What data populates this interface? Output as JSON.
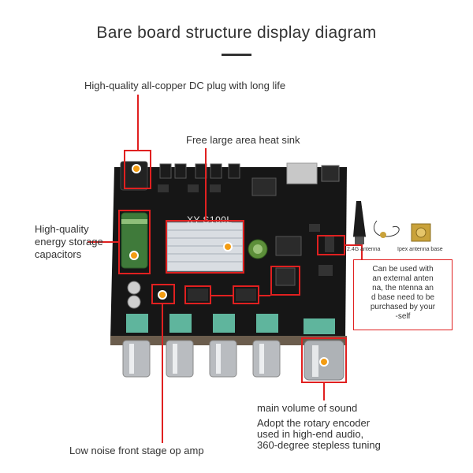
{
  "title": "Bare board structure display diagram",
  "board_model": "XY-S100L",
  "labels": {
    "dc_plug": "High-quality all-copper DC plug with long life",
    "heat_sink": "Free large area heat sink",
    "capacitors": "High-quality\nenergy storage\ncapacitors",
    "op_amp": "Low noise front stage op amp",
    "volume_title": "main volume of sound",
    "volume_desc": "Adopt the rotary encoder\nused in high-end audio,\n360-degree stepless tuning"
  },
  "antenna": {
    "antenna_label": "2.4G antenna",
    "base_label": "Ipex antenna base"
  },
  "note": "Can be used with\nan external anten\nna, the ntenna an\nd base need to be\npurchased by your\n-self",
  "colors": {
    "accent_red": "#e02020",
    "dot_orange": "#f39c12",
    "pcb_black": "#161616",
    "knob_teal": "#5fb59d"
  }
}
